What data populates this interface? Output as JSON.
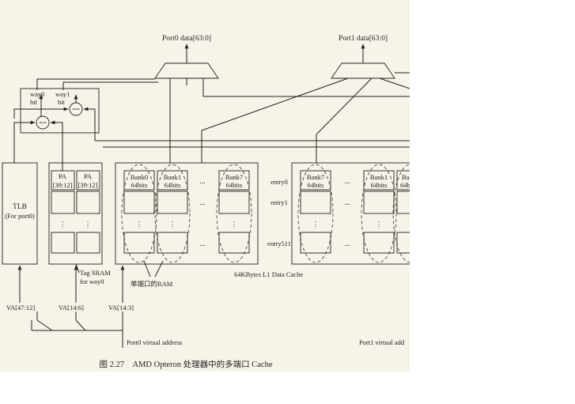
{
  "labels": {
    "port0_data": "Port0 data[63:0]",
    "port1_data": "Port1 data[63:0]",
    "way0_hit": "way0",
    "way0_hit2": "hit",
    "way1_hit": "way1",
    "way1_hit2": "hit",
    "eq": "==",
    "tlb": "TLB",
    "tlb_sub": "(For port0)",
    "pa": "PA",
    "pa_bits": "[39:12]",
    "bank0": "Bank0",
    "bank1": "Bank1",
    "bank7": "Bank7",
    "bits64": "64bits",
    "ellipsis": "...",
    "vdots": "⋮",
    "entry0": "entry0",
    "entry1": "entry1",
    "entry511": "entry511",
    "bank_partial": "Ba",
    "tag_sram_1": "Tag SRAM",
    "tag_sram_2": "for way0",
    "single_port_ram": "单端口的RAM",
    "l1_cache": "64KBytes L1 Data Cache",
    "va_47_12": "VA[47:12]",
    "va_14_6": "VA[14:6]",
    "va_14_3": "VA[14:3]",
    "port0_va": "Port0 virtual address",
    "port1_va": "Port1 virtual add",
    "caption": "图 2.27　AMD Opteron 处理器中的多端口 Cache"
  }
}
